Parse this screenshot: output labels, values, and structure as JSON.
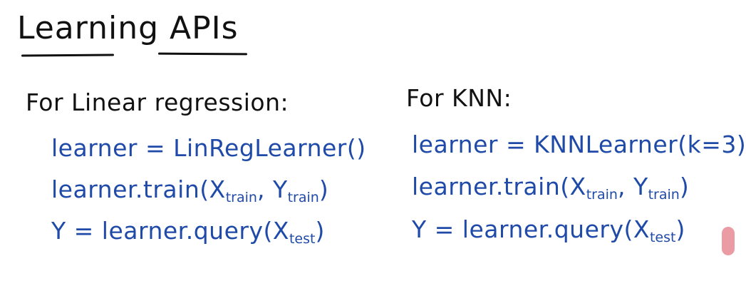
{
  "title": "Learning APIs",
  "colors": {
    "ink": "#111111",
    "code": "#1f4aa8",
    "background": "#ffffff",
    "edge_mark": "#e88a93"
  },
  "linear_regression": {
    "heading": "For Linear regression:",
    "line1": "learner = LinRegLearner()",
    "line2": {
      "prefix": "learner.train(X",
      "sub1": "train",
      "middle": ", Y",
      "sub2": "train",
      "suffix": ")"
    },
    "line3": {
      "prefix": "Y = learner.query(X",
      "sub1": "test",
      "suffix": ")"
    }
  },
  "knn": {
    "heading": "For KNN:",
    "line1": "learner = KNNLearner(k=3)",
    "line2": {
      "prefix": "learner.train(X",
      "sub1": "train",
      "middle": ", Y",
      "sub2": "train",
      "suffix": ")"
    },
    "line3": {
      "prefix": "Y = learner.query(X",
      "sub1": "test",
      "suffix": ")"
    }
  }
}
